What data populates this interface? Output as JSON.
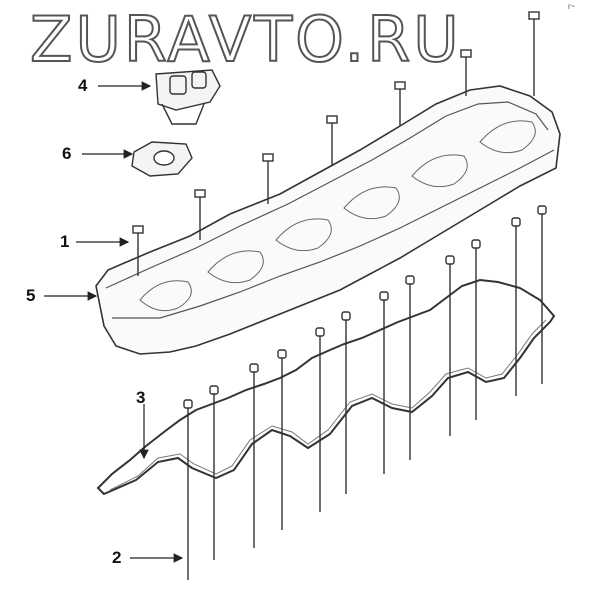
{
  "watermark": "ZURAVTO.RU",
  "corner_mark": "r~",
  "callouts": [
    {
      "id": "c1",
      "label": "1"
    },
    {
      "id": "c2",
      "label": "2"
    },
    {
      "id": "c3",
      "label": "3"
    },
    {
      "id": "c4",
      "label": "4"
    },
    {
      "id": "c5",
      "label": "5"
    },
    {
      "id": "c6",
      "label": "6"
    }
  ],
  "colors": {
    "line": "#333333",
    "label": "#111111",
    "watermark_stroke": "#555555"
  }
}
